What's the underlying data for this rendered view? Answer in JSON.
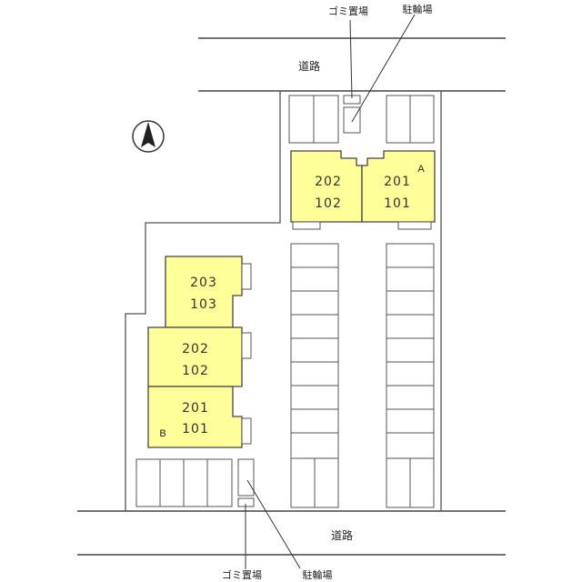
{
  "roads": {
    "north_label": "道路",
    "south_label": "道路"
  },
  "north_arrow": {
    "icon": "north-arrow-icon"
  },
  "building_a": {
    "letter": "A",
    "units": [
      {
        "upper": "202",
        "lower": "102"
      },
      {
        "upper": "201",
        "lower": "101"
      }
    ]
  },
  "building_b": {
    "letter": "B",
    "units": [
      {
        "upper": "203",
        "lower": "103"
      },
      {
        "upper": "202",
        "lower": "102"
      },
      {
        "upper": "201",
        "lower": "101"
      }
    ]
  },
  "facilities": {
    "north_garbage": "ゴミ置場",
    "north_bicycle": "駐輪場",
    "south_garbage": "ゴミ置場",
    "south_bicycle": "駐輪場"
  },
  "colors": {
    "building_fill": "#ffff99",
    "line": "#444444"
  }
}
